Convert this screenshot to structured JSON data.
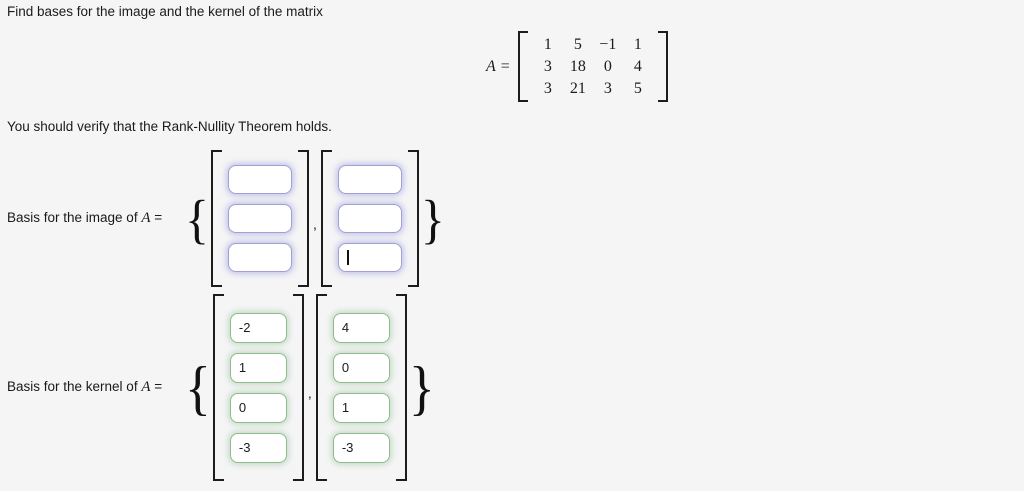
{
  "problem": {
    "title": "Find bases for the image and the kernel of the matrix",
    "note": "You should verify that the Rank-Nullity Theorem holds."
  },
  "matrix": {
    "name": "A",
    "equals": "=",
    "rows": [
      [
        "1",
        "5",
        "−1",
        "1"
      ],
      [
        "3",
        "18",
        "0",
        "4"
      ],
      [
        "3",
        "21",
        "3",
        "5"
      ]
    ]
  },
  "image_basis": {
    "label_text": "Basis for the image of",
    "matrix_name": "A",
    "equals": "=",
    "open_brace": "{",
    "comma": ",",
    "close_brace": "}",
    "vector1": {
      "entries": [
        "",
        "",
        ""
      ]
    },
    "vector2": {
      "entries": [
        "",
        "",
        ""
      ]
    }
  },
  "kernel_basis": {
    "label_text": "Basis for the kernel of",
    "matrix_name": "A",
    "equals": "=",
    "open_brace": "{",
    "comma": ",",
    "close_brace": "}",
    "vector1": {
      "entries": [
        "-2",
        "1",
        "0",
        "-3"
      ]
    },
    "vector2": {
      "entries": [
        "4",
        "0",
        "1",
        "-3"
      ]
    }
  },
  "colors": {
    "background": "#f5f5f6",
    "focused_input_border": "#a0a0d8",
    "focused_input_glow": "rgba(140,140,215,0.45)",
    "correct_input_border": "#8fbc8f",
    "correct_input_glow": "rgba(130,185,130,0.40)"
  }
}
